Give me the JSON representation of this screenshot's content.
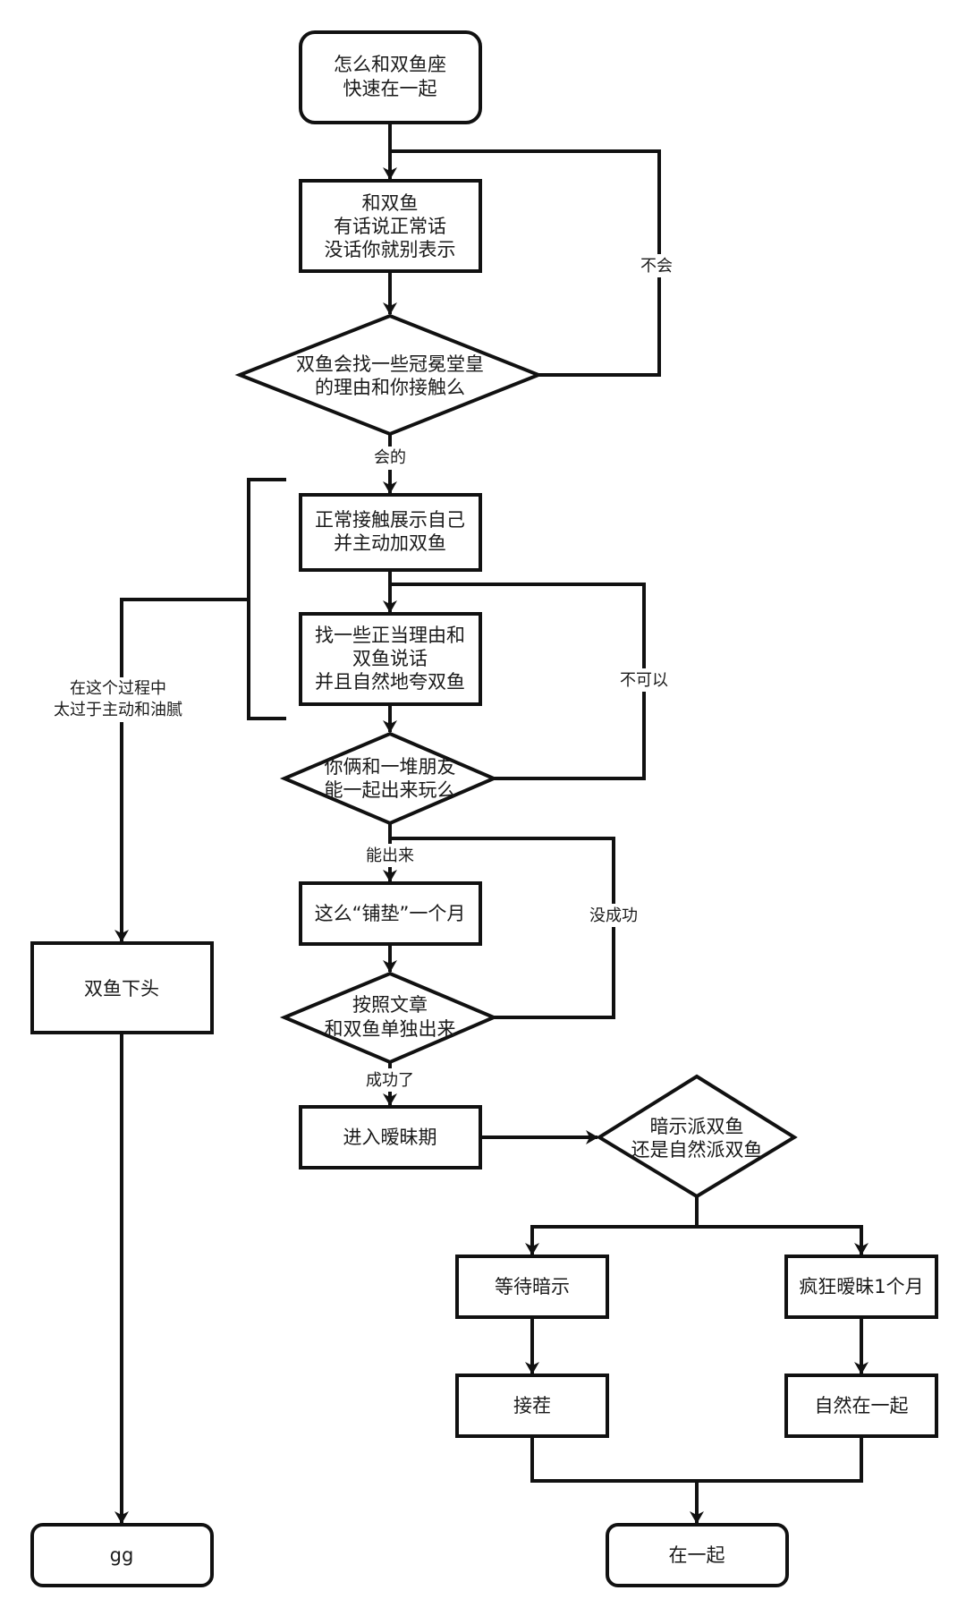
{
  "diagram": {
    "type": "flowchart",
    "nodes": {
      "start": {
        "shape": "rounded",
        "lines": [
          "怎么和双鱼座",
          "快速在一起"
        ]
      },
      "talk_normally": {
        "shape": "rect",
        "lines": [
          "和双鱼",
          "有话说正常话",
          "没话你就别表示"
        ]
      },
      "q_excuse": {
        "shape": "diamond",
        "lines": [
          "双鱼会找一些冠冕堂皇",
          "的理由和你接触么"
        ]
      },
      "show_self": {
        "shape": "rect",
        "lines": [
          "正常接触展示自己",
          "并主动加双鱼"
        ]
      },
      "find_reason": {
        "shape": "rect",
        "lines": [
          "找一些正当理由和",
          "双鱼说话",
          "并且自然地夸双鱼"
        ]
      },
      "q_group_out": {
        "shape": "diamond",
        "lines": [
          "你俩和一堆朋友",
          "能一起出来玩么"
        ]
      },
      "pave_month": {
        "shape": "rect",
        "lines": [
          "这么“铺垫”一个月"
        ]
      },
      "q_alone_out": {
        "shape": "diamond",
        "lines": [
          "按照文章",
          "和双鱼单独出来"
        ]
      },
      "ambiguous": {
        "shape": "rect",
        "lines": [
          "进入暧昧期"
        ]
      },
      "q_type": {
        "shape": "diamond",
        "lines": [
          "暗示派双鱼",
          "还是自然派双鱼"
        ]
      },
      "wait_hint": {
        "shape": "rect",
        "lines": [
          "等待暗示"
        ]
      },
      "crazy_month": {
        "shape": "rect",
        "lines": [
          "疯狂暧昧1个月"
        ]
      },
      "respond": {
        "shape": "rect",
        "lines": [
          "接茬"
        ]
      },
      "natural_together": {
        "shape": "rect",
        "lines": [
          "自然在一起"
        ]
      },
      "turned_off": {
        "shape": "rect",
        "lines": [
          "双鱼下头"
        ]
      },
      "together": {
        "shape": "rounded",
        "lines": [
          "在一起"
        ]
      },
      "gg": {
        "shape": "rounded",
        "lines": [
          "gg"
        ]
      }
    },
    "edge_labels": {
      "no_will": "不会",
      "yes_will": "会的",
      "cannot": "不可以",
      "can_go_out": "能出来",
      "not_success": "没成功",
      "success": "成功了",
      "too_pushy": [
        "在这个过程中",
        "太过于主动和油腻"
      ]
    },
    "edges": [
      {
        "from": "start",
        "to": "talk_normally"
      },
      {
        "from": "talk_normally",
        "to": "q_excuse"
      },
      {
        "from": "q_excuse",
        "to": "talk_normally",
        "label": "no_will"
      },
      {
        "from": "q_excuse",
        "to": "show_self",
        "label": "yes_will"
      },
      {
        "from": "show_self",
        "to": "find_reason"
      },
      {
        "from": "find_reason",
        "to": "q_group_out"
      },
      {
        "from": "q_group_out",
        "to": "find_reason",
        "label": "cannot"
      },
      {
        "from": "q_group_out",
        "to": "pave_month",
        "label": "can_go_out"
      },
      {
        "from": "pave_month",
        "to": "q_alone_out"
      },
      {
        "from": "q_alone_out",
        "to": "pave_month",
        "label": "not_success"
      },
      {
        "from": "q_alone_out",
        "to": "ambiguous",
        "label": "success"
      },
      {
        "from": "ambiguous",
        "to": "q_type"
      },
      {
        "from": "q_type",
        "to": "wait_hint"
      },
      {
        "from": "q_type",
        "to": "crazy_month"
      },
      {
        "from": "wait_hint",
        "to": "respond"
      },
      {
        "from": "crazy_month",
        "to": "natural_together"
      },
      {
        "from": "respond",
        "to": "together"
      },
      {
        "from": "natural_together",
        "to": "together"
      },
      {
        "from": "show_self+find_reason",
        "to": "turned_off",
        "label": "too_pushy"
      },
      {
        "from": "turned_off",
        "to": "gg"
      }
    ]
  }
}
